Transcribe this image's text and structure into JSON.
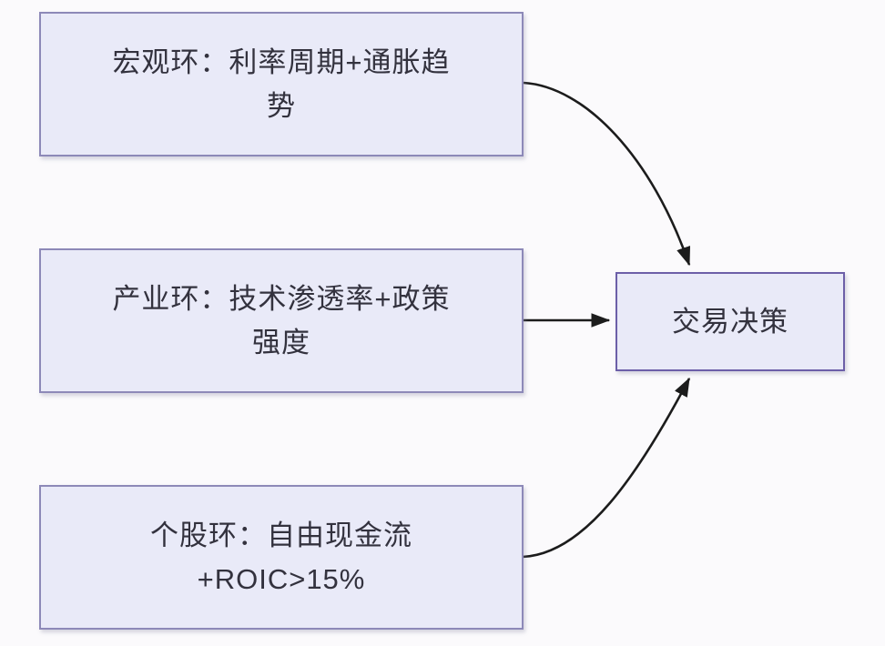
{
  "diagram": {
    "type": "flowchart",
    "nodes": [
      {
        "id": "macro-box",
        "full_text": "宏观环：利率周期+通胀趋势",
        "lines": [
          "宏观环：利率周期+通胀趋",
          "势"
        ]
      },
      {
        "id": "industry-box",
        "full_text": "产业环：技术渗透率+政策强度",
        "lines": [
          "产业环：技术渗透率+政策",
          "强度"
        ]
      },
      {
        "id": "stock-box",
        "full_text": "个股环：自由现金流+ROIC>15%",
        "lines": [
          "个股环：自由现金流",
          "+ROIC>15%"
        ]
      },
      {
        "id": "decision-box",
        "full_text": "交易决策",
        "lines": [
          "交易决策"
        ]
      }
    ],
    "edges": [
      {
        "from": "macro-box",
        "to": "decision-box",
        "style": "curved-down"
      },
      {
        "from": "industry-box",
        "to": "decision-box",
        "style": "straight"
      },
      {
        "from": "stock-box",
        "to": "decision-box",
        "style": "curved-up"
      }
    ]
  },
  "colors": {
    "background": "#fbfafc",
    "box_fill": "#e9eaf8",
    "box_border": "#8d89b8",
    "decision_border": "#6c5fa8",
    "text": "#33323e",
    "arrow": "#1c1c1c"
  }
}
